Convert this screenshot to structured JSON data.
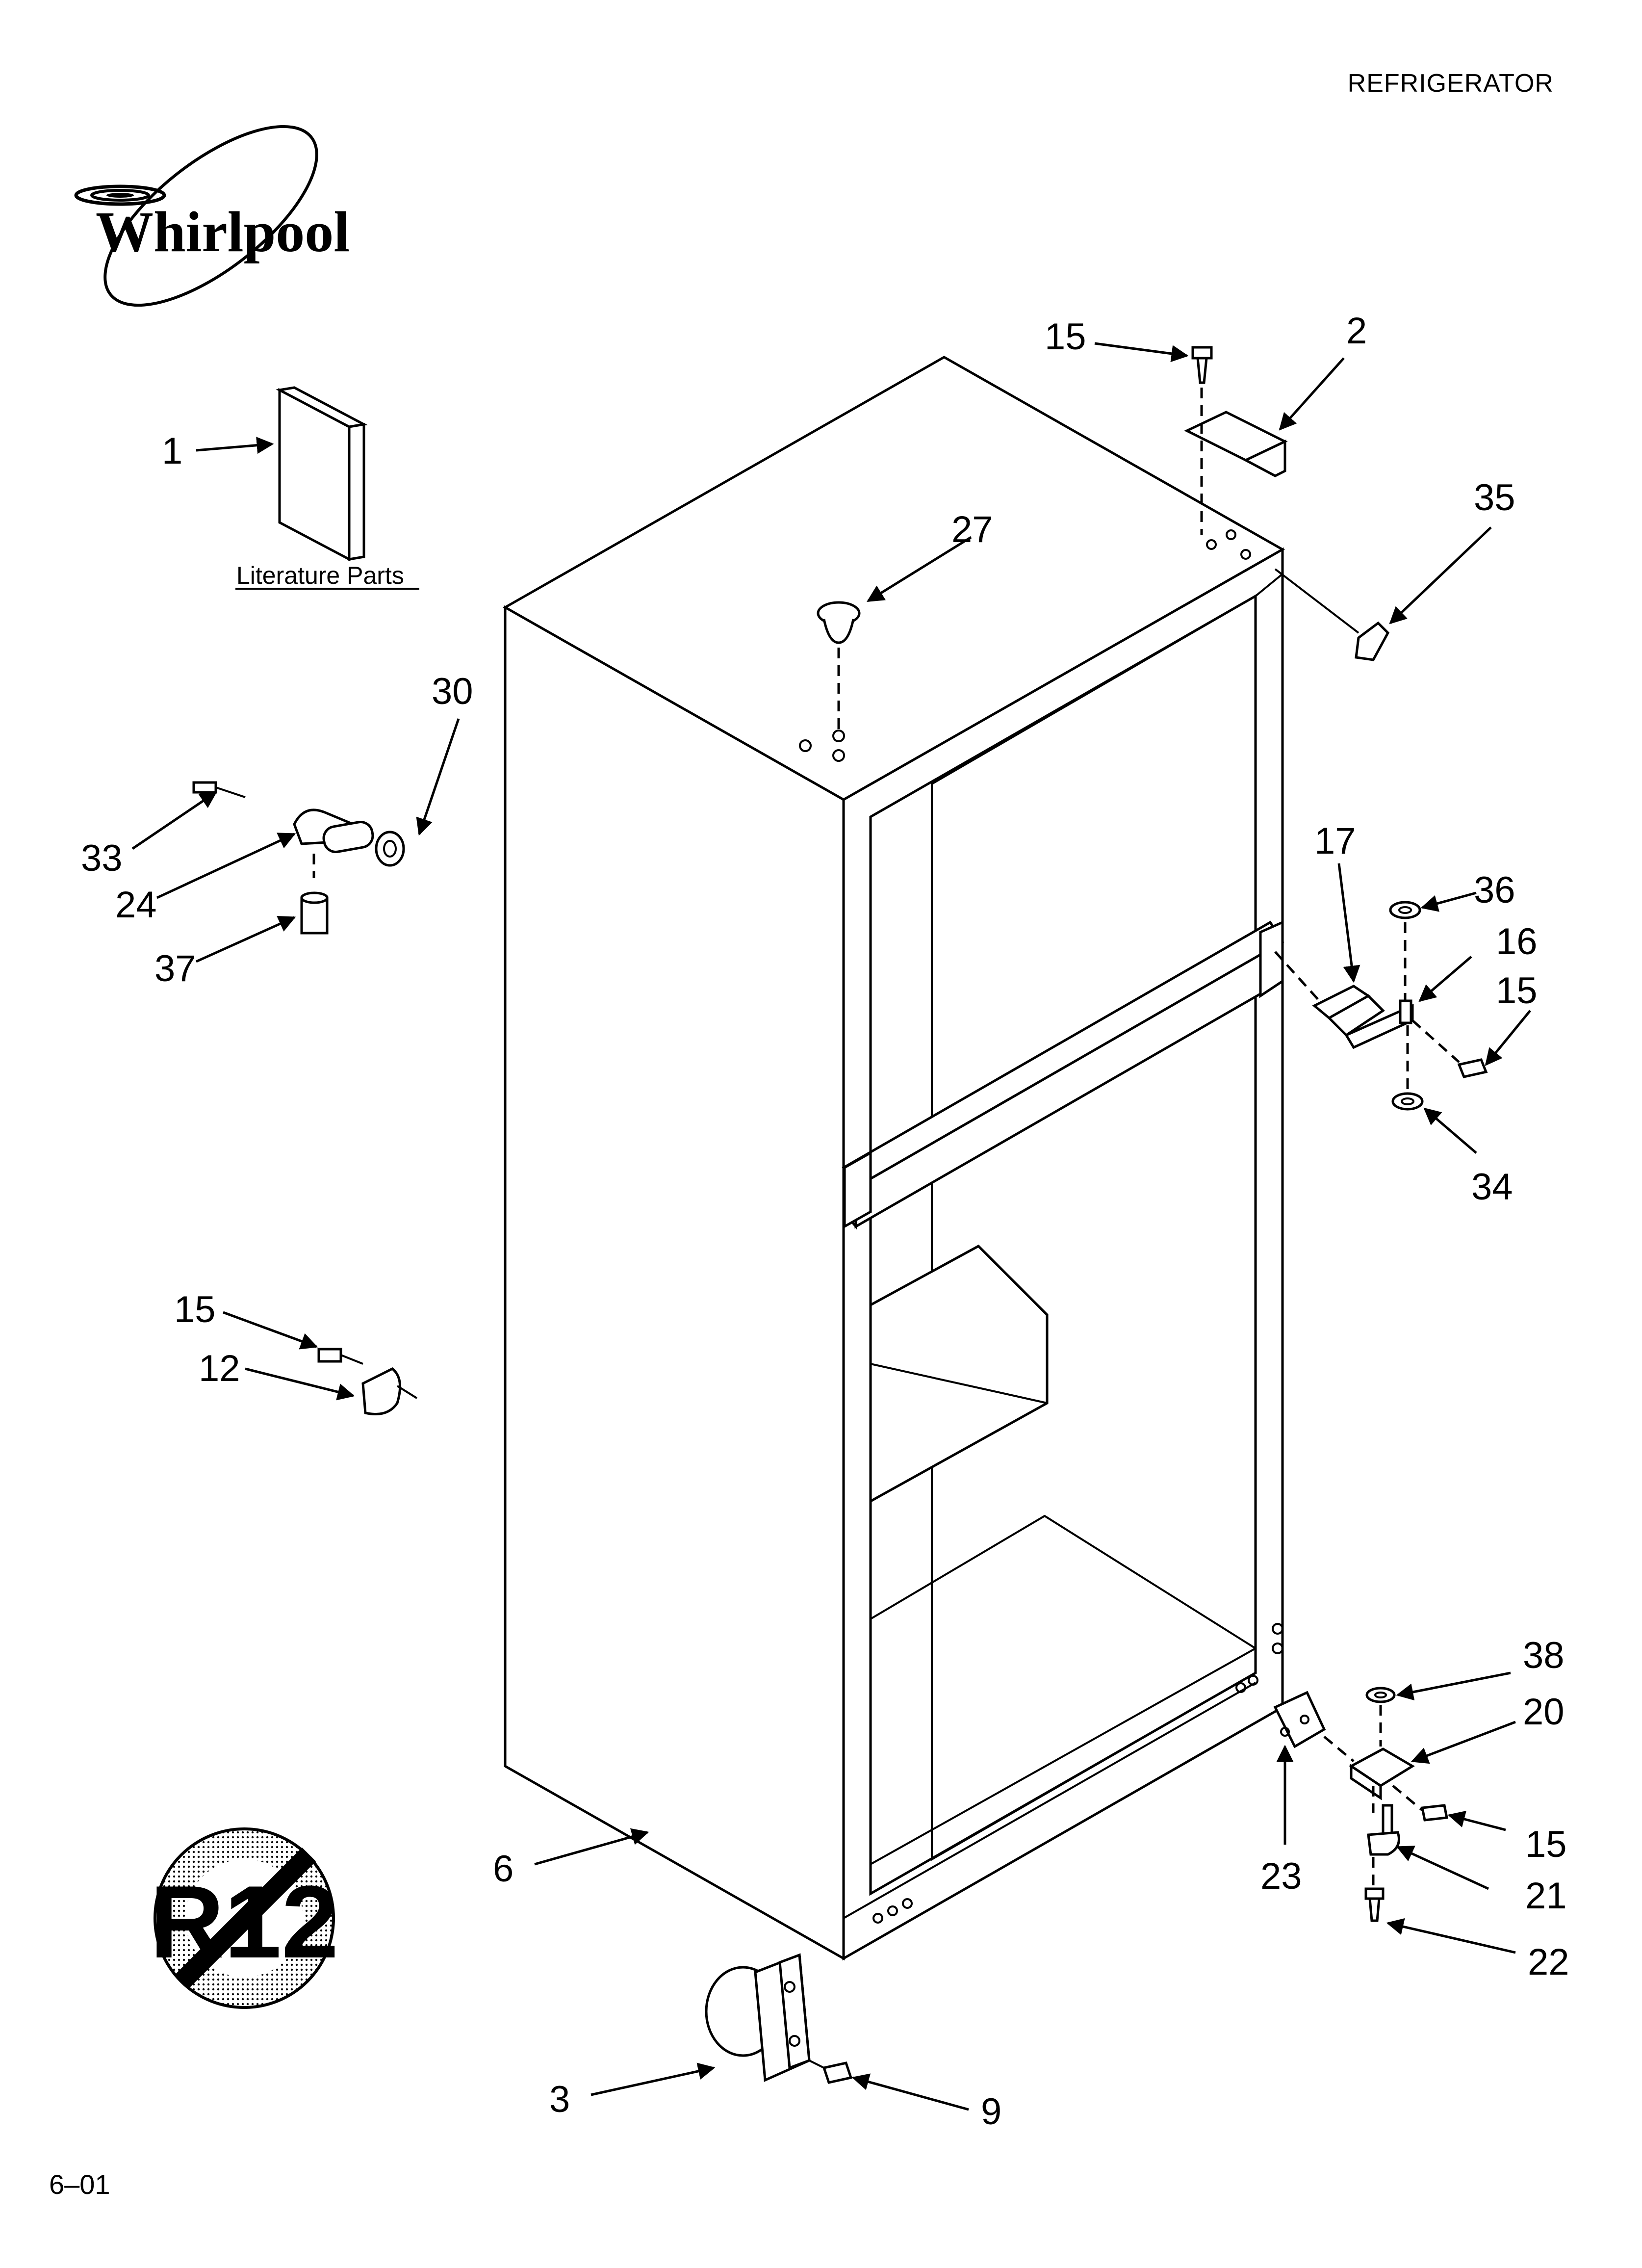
{
  "header": {
    "title": "REFRIGERATOR"
  },
  "brand": {
    "logo_text": "Whirlpool"
  },
  "literature": {
    "label": "Literature Parts"
  },
  "badge": {
    "text": "R12"
  },
  "footer": {
    "code": "6–01"
  },
  "callouts": [
    {
      "id": "c1",
      "label": "1"
    },
    {
      "id": "c2",
      "label": "2"
    },
    {
      "id": "c3",
      "label": "3"
    },
    {
      "id": "c6",
      "label": "6"
    },
    {
      "id": "c9",
      "label": "9"
    },
    {
      "id": "c12",
      "label": "12"
    },
    {
      "id": "c15a",
      "label": "15"
    },
    {
      "id": "c15b",
      "label": "15"
    },
    {
      "id": "c15c",
      "label": "15"
    },
    {
      "id": "c15d",
      "label": "15"
    },
    {
      "id": "c16",
      "label": "16"
    },
    {
      "id": "c17",
      "label": "17"
    },
    {
      "id": "c20",
      "label": "20"
    },
    {
      "id": "c21",
      "label": "21"
    },
    {
      "id": "c22",
      "label": "22"
    },
    {
      "id": "c23",
      "label": "23"
    },
    {
      "id": "c24",
      "label": "24"
    },
    {
      "id": "c27",
      "label": "27"
    },
    {
      "id": "c30",
      "label": "30"
    },
    {
      "id": "c33",
      "label": "33"
    },
    {
      "id": "c34",
      "label": "34"
    },
    {
      "id": "c35",
      "label": "35"
    },
    {
      "id": "c36",
      "label": "36"
    },
    {
      "id": "c37",
      "label": "37"
    },
    {
      "id": "c38",
      "label": "38"
    }
  ]
}
